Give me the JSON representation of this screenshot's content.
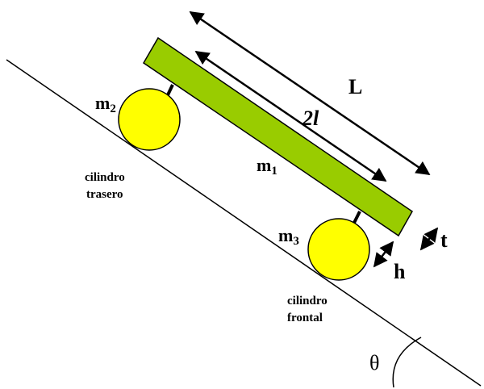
{
  "labels": {
    "length_total": "L",
    "length_half_prefix": "2",
    "length_half_var": "l",
    "mass_bar": "m",
    "mass_bar_sub": "1",
    "mass_rear": "m",
    "mass_rear_sub": "2",
    "mass_front": "m",
    "mass_front_sub": "3",
    "rear_cyl_line1": "cilindro",
    "rear_cyl_line2": "trasero",
    "front_cyl_line1": "cilindro",
    "front_cyl_line2": "frontal",
    "thickness": "t",
    "height": "h",
    "angle": "θ"
  },
  "colors": {
    "bar_fill": "#99cc00",
    "cylinder_fill": "#ffff00",
    "line": "#000000"
  }
}
